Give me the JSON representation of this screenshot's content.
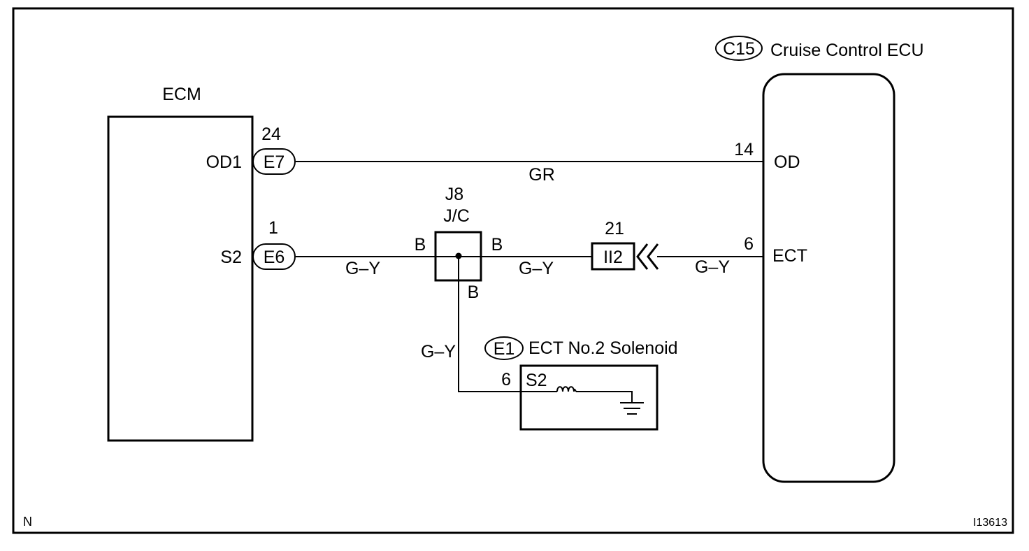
{
  "ecm": {
    "label": "ECM",
    "pin_od1": "OD1",
    "pin_s2": "S2"
  },
  "cruise_ecu": {
    "connector": "C15",
    "label": "Cruise Control ECU",
    "pin_od": "OD",
    "pin_ect": "ECT",
    "pin_od_num": "14",
    "pin_ect_num": "6"
  },
  "connectors": {
    "e7": {
      "code": "E7",
      "pin": "24"
    },
    "e6": {
      "code": "E6",
      "pin": "1"
    },
    "ii2": {
      "code": "II2",
      "pin": "21"
    }
  },
  "junction": {
    "id": "J8",
    "type": "J/C",
    "pin_left": "B",
    "pin_right": "B",
    "pin_bottom": "B"
  },
  "solenoid": {
    "connector": "E1",
    "label": "ECT No.2 Solenoid",
    "pin_num": "6",
    "pin_name": "S2"
  },
  "wires": {
    "od_line": "GR",
    "s2_left": "G–Y",
    "s2_mid": "G–Y",
    "s2_right": "G–Y",
    "solenoid_branch": "G–Y"
  },
  "footer": {
    "left_mark": "N",
    "figure_id": "I13613"
  }
}
